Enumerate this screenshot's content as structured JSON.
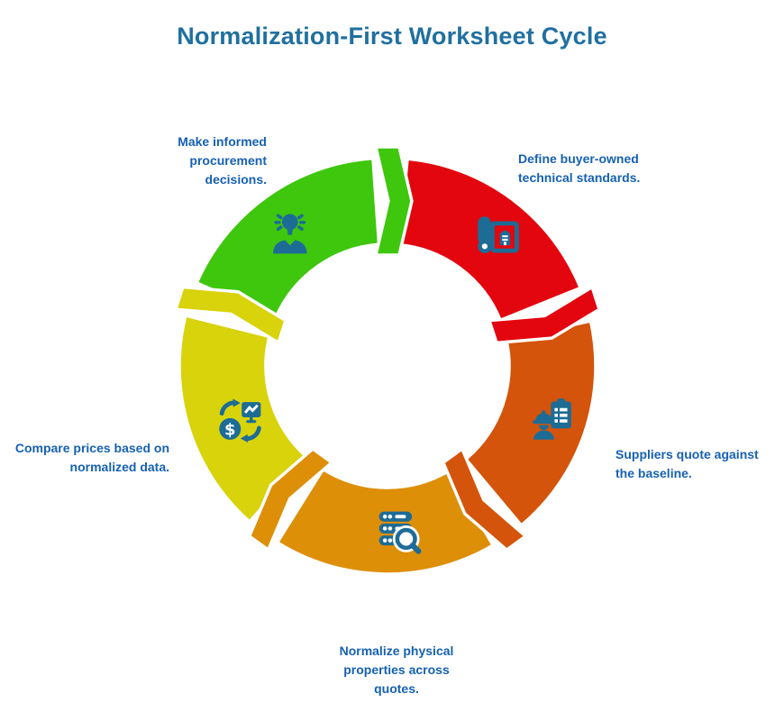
{
  "title": "Normalization-First Worksheet Cycle",
  "colors": {
    "title": "#20709F",
    "label": "#1661B3",
    "icon": "#1D6C96",
    "background": "#FFFFFF",
    "divider": "#FFFFFF"
  },
  "cycle": {
    "flow": "clockwise",
    "steps": [
      {
        "id": "define",
        "label": "Define buyer-owned technical standards.",
        "color": "#E3060E",
        "icon": "blueprint-icon"
      },
      {
        "id": "suppliers",
        "label": "Suppliers quote against the baseline.",
        "color": "#D3540A",
        "icon": "engineer-clipboard-icon"
      },
      {
        "id": "normalize",
        "label": "Normalize physical properties across quotes.",
        "color": "#DE8F08",
        "icon": "database-search-icon"
      },
      {
        "id": "compare",
        "label": "Compare prices based on normalized data.",
        "color": "#D8D30A",
        "icon": "price-exchange-icon"
      },
      {
        "id": "decide",
        "label": "Make informed procurement decisions.",
        "color": "#3EC70D",
        "icon": "idea-person-icon"
      }
    ]
  },
  "icon_text": {
    "dollar": "$"
  }
}
